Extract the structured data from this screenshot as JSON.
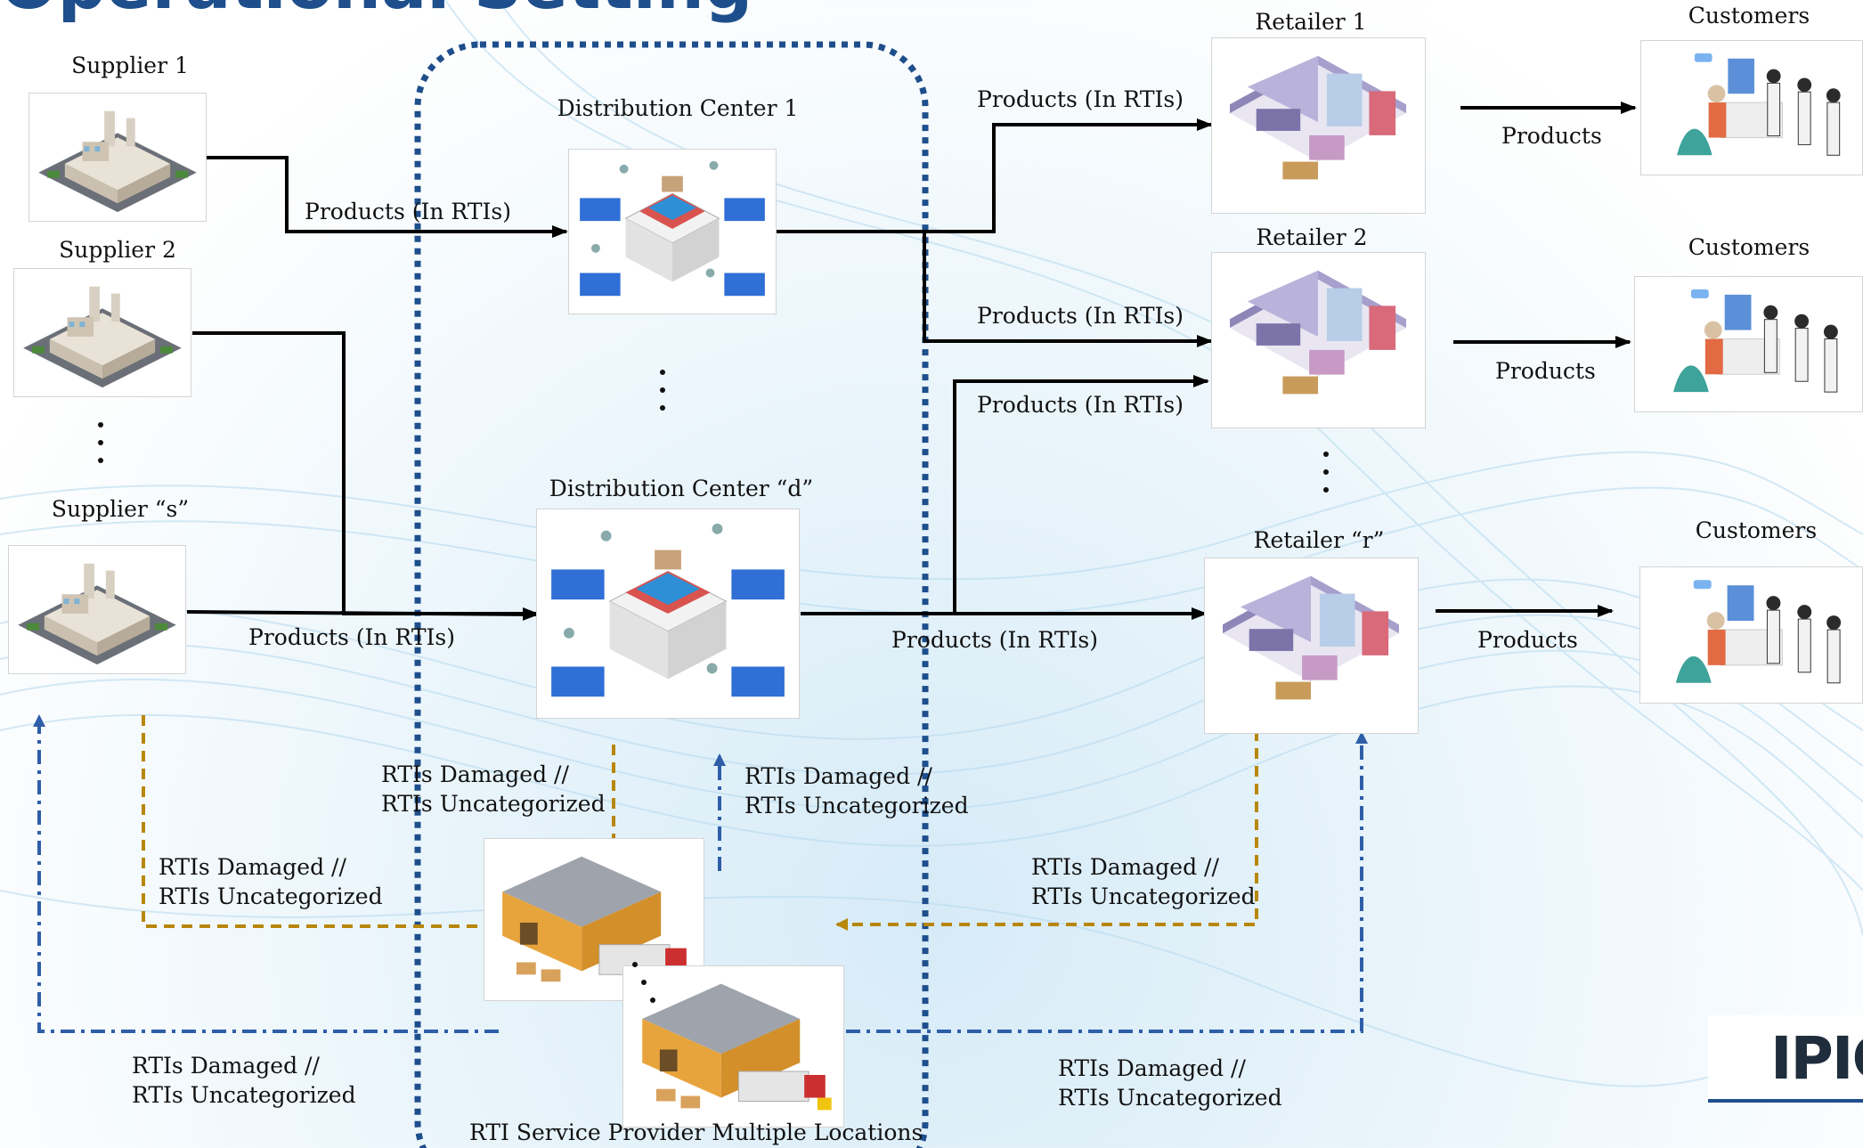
{
  "heading": "Operational Setting",
  "suppliers": {
    "s1": "Supplier 1",
    "s2": "Supplier 2",
    "ss": "Supplier “s”"
  },
  "dcs": {
    "dc1": "Distribution Center 1",
    "dcd": "Distribution Center “d”"
  },
  "retailers": {
    "r1": "Retailer 1",
    "r2": "Retailer 2",
    "rr": "Retailer “r”"
  },
  "customers": {
    "c1": "Customers",
    "c2": "Customers",
    "c3": "Customers"
  },
  "flow": {
    "products_rti": "Products (In RTIs)",
    "products": "Products"
  },
  "returns": {
    "line1": "RTIs Damaged //",
    "line2": "RTIs Uncategorized"
  },
  "provider": "RTI Service Provider Multiple Locations",
  "brand": "IPIC",
  "colors": {
    "solid": "#000000",
    "gold": "#b8860b",
    "blue": "#2e5ea8",
    "boundary": "#1e4e8c"
  }
}
